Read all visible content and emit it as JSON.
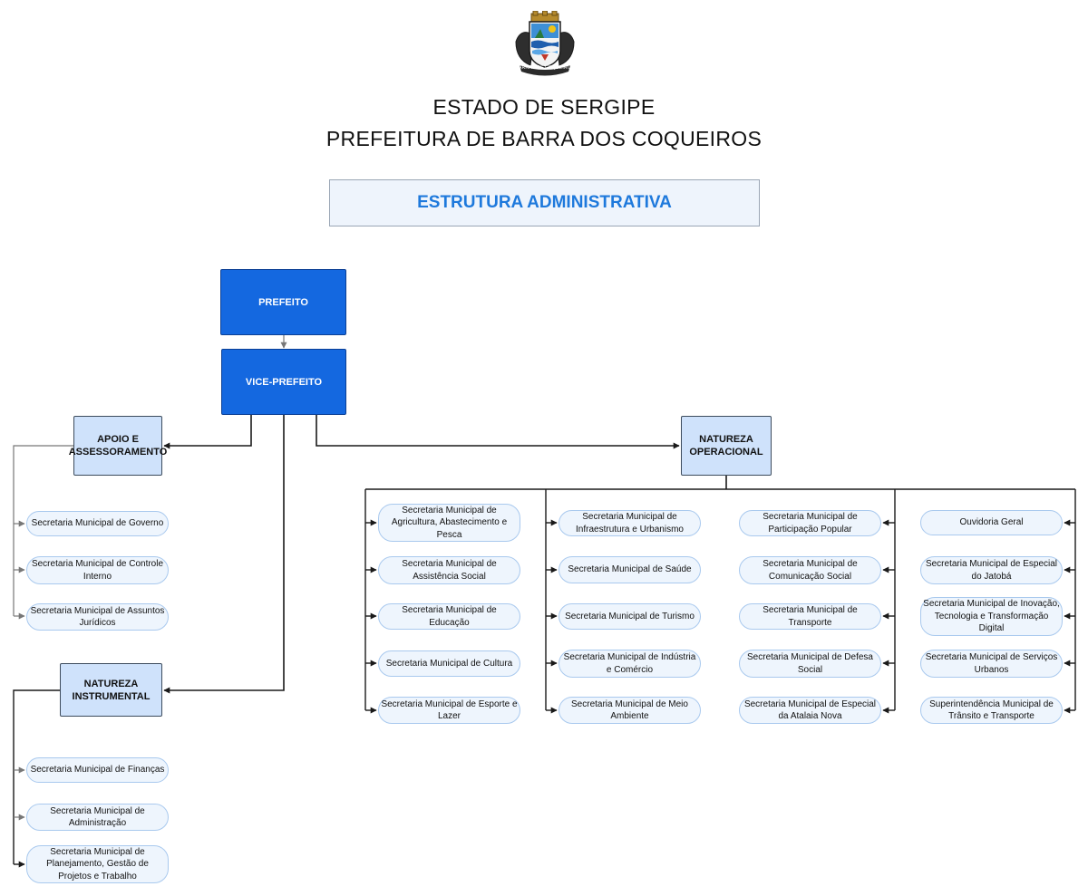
{
  "header": {
    "crest_caption": "BARRA DOS COQUEIROS",
    "state": "ESTADO DE SERGIPE",
    "municipality": "PREFEITURA DE BARRA DOS COQUEIROS",
    "title": "ESTRUTURA ADMINISTRATIVA"
  },
  "nodes": {
    "prefeito": "PREFEITO",
    "vice_prefeito": "VICE-PREFEITO",
    "apoio": "APOIO E ASSESSORAMENTO",
    "operacional": "NATUREZA OPERACIONAL",
    "instrumental": "NATUREZA INSTRUMENTAL"
  },
  "apoio_items": [
    "Secretaria Municipal de Governo",
    "Secretaria Municipal de Controle Interno",
    "Secretaria Municipal de Assuntos Jurídicos"
  ],
  "instrumental_items": [
    "Secretaria Municipal de Finanças",
    "Secretaria Municipal de Administração",
    "Secretaria Municipal de Planejamento, Gestão de Projetos e Trabalho"
  ],
  "operacional_columns": [
    [
      "Secretaria Municipal de Agricultura, Abastecimento e Pesca",
      "Secretaria Municipal de Assistência Social",
      "Secretaria Municipal de Educação",
      "Secretaria Municipal de Cultura",
      "Secretaria Municipal de Esporte e Lazer"
    ],
    [
      "Secretaria Municipal de Infraestrutura e Urbanismo",
      "Secretaria Municipal de Saúde",
      "Secretaria Municipal de Turismo",
      "Secretaria Municipal de Indústria e Comércio",
      "Secretaria Municipal de Meio Ambiente"
    ],
    [
      "Secretaria Municipal de Participação Popular",
      "Secretaria Municipal de Comunicação Social",
      "Secretaria Municipal de Transporte",
      "Secretaria Municipal de Defesa Social",
      "Secretaria Municipal de Especial da Atalaia Nova"
    ],
    [
      "Ouvidoria Geral",
      "Secretaria Municipal de Especial do Jatobá",
      "Secretaria Municipal de Inovação, Tecnologia e Transformação Digital",
      "Secretaria Municipal de Serviços Urbanos",
      "Superintendência Municipal de Trânsito e Transporte"
    ]
  ],
  "colors": {
    "accent_title": "#1e79dc",
    "primary_box": "#1468e0",
    "secondary_box": "#cfe2fb",
    "pill_fill": "#eef5fd",
    "pill_border": "#a9c9ee",
    "connector": "#1a1a1a",
    "connector_light": "#777777"
  }
}
